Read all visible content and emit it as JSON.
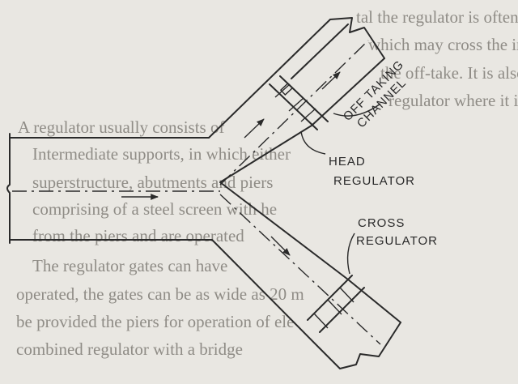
{
  "labels": {
    "off_taking_channel_line1": "OFF TAKING",
    "off_taking_channel_line2": "CHANNEL",
    "head_regulator_line1": "HEAD",
    "head_regulator_line2": "REGULATOR",
    "cross_regulator_line1": "CROSS",
    "cross_regulator_line2": "REGULATOR"
  },
  "background_text": [
    "tal the regulator is often combin",
    "which may cross the irrig",
    "the off-take. It is also usually con",
    "regulator where it is en",
    "A regulator usually consists of",
    "Intermediate supports, in which either",
    "superstructure, abutments and piers",
    "comprising of a steel screen with he",
    "from the piers and are operated",
    "The regulator gates can have",
    "operated, the gates can be as wide as 20 m",
    "be provided the piers for operation of ele",
    "combined regulator with a bridge"
  ],
  "colors": {
    "ink": "#2a2a2a",
    "paper": "#e9e7e2",
    "bleed": "#8f8c86"
  }
}
